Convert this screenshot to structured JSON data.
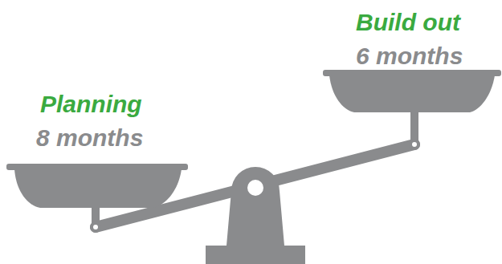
{
  "diagram": {
    "labels": [
      "Planning",
      "8 months",
      "Build out",
      "6 months"
    ]
  }
}
